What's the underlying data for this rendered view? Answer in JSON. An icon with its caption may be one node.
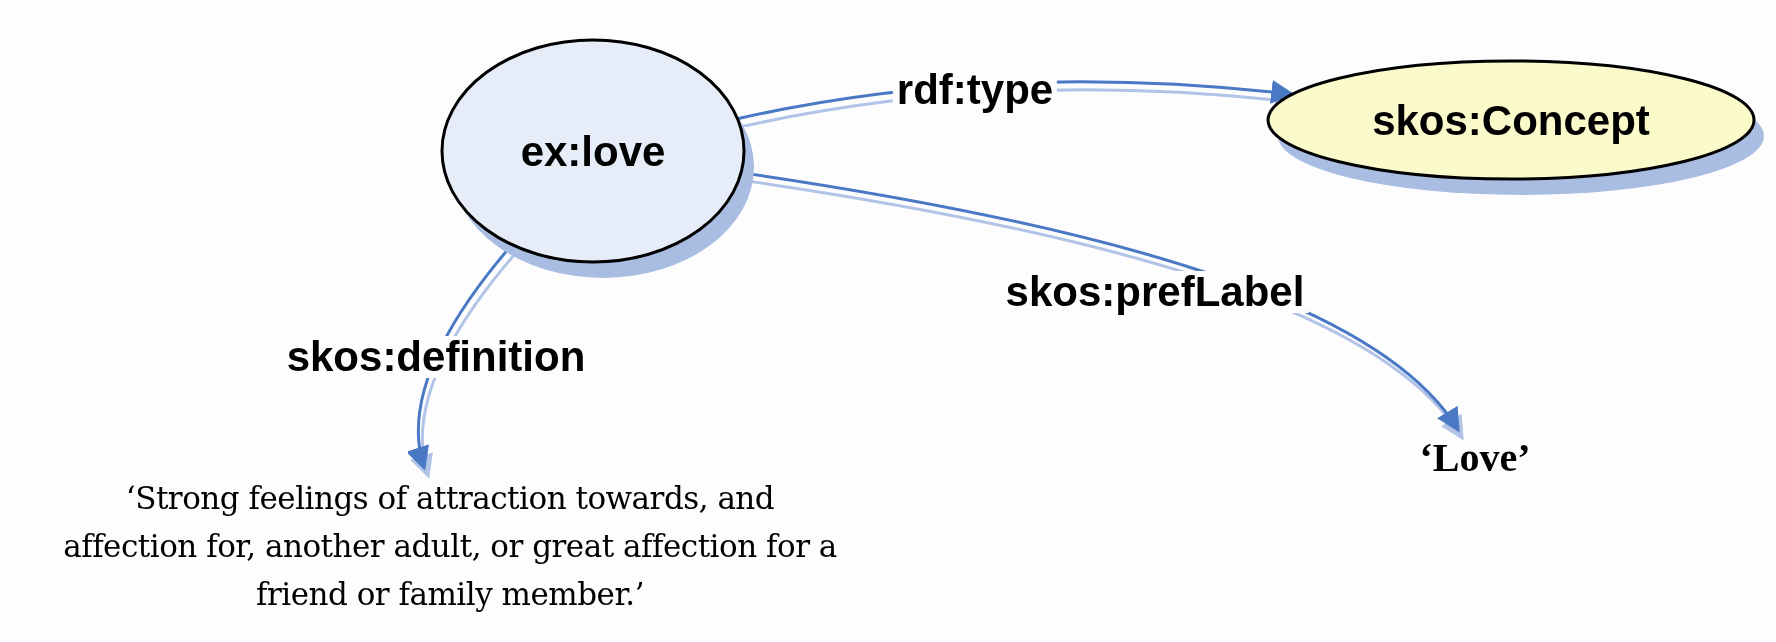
{
  "diagram": {
    "nodes": [
      {
        "text": [
          "ex:love"
        ]
      },
      {
        "text": [
          "skos:Concept"
        ]
      },
      {
        "text": [
          "‘Love’"
        ]
      },
      {
        "text": [
          "‘Strong feelings of attraction towards, and affection for, another adult, or great affection for a friend or family member.’"
        ]
      }
    ],
    "edges": [
      {
        "from": 0,
        "to": 1,
        "arrow": "to",
        "label": "rdf:type"
      },
      {
        "from": 0,
        "to": 2,
        "arrow": "to",
        "label": "skos:prefLabel"
      },
      {
        "from": 0,
        "to": 3,
        "arrow": "to",
        "label": "skos:definition"
      }
    ]
  }
}
